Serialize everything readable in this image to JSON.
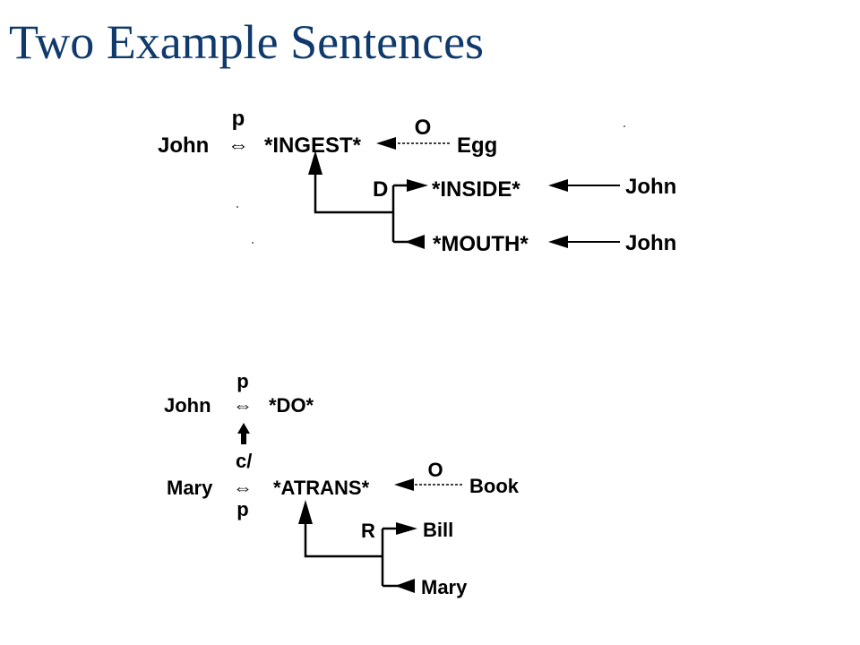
{
  "slide": {
    "title": "Two Example Sentences",
    "title_color": "#0f3a6b"
  },
  "diagram1": {
    "actor": "John",
    "two_way_arrow": "⇔",
    "tense_marker": "p",
    "act": "*INGEST*",
    "object_case": "O",
    "object": "Egg",
    "direction_case": "D",
    "to_state": "*INSIDE*",
    "to_owner": "John",
    "from_state": "*MOUTH*",
    "from_owner": "John"
  },
  "diagram2": {
    "actor": "John",
    "two_way_arrow": "⇔",
    "tense_marker": "p",
    "act": "*DO*",
    "causal_marker": "c/",
    "second_actor": "Mary",
    "second_two_way_arrow": "⇔",
    "second_tense_marker": "p",
    "second_act": "*ATRANS*",
    "object_case": "O",
    "object": "Book",
    "recipient_case": "R",
    "recipient_to": "Bill",
    "recipient_from": "Mary"
  }
}
